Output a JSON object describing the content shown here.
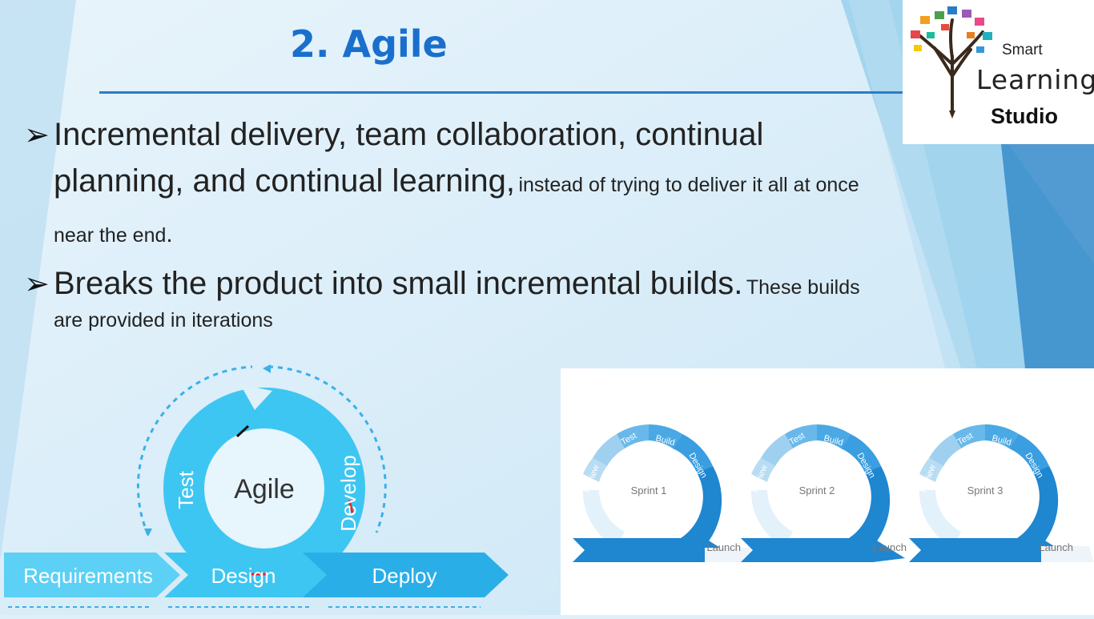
{
  "slide": {
    "title": "2. Agile",
    "logo": {
      "line1": "Smart",
      "line2": "Learning",
      "line3": "Studio"
    },
    "bullets": [
      {
        "large_part1": "Incremental delivery, team collaboration, continual",
        "large_part2": "planning, and continual learning,",
        "small_part1": "instead of trying to deliver it all at once",
        "small_part2": "near the end",
        "end_punct": "."
      },
      {
        "large": "Breaks the product into small incremental builds.",
        "small_part1": "These builds",
        "small_part2": "are provided in iterations"
      }
    ]
  },
  "agile_diagram": {
    "center": "Agile",
    "stages": {
      "test": "Test",
      "develop": "Develop",
      "requirements": "Requirements",
      "design": "Design",
      "deploy": "Deploy"
    }
  },
  "sprint_diagram": {
    "segments": [
      "Review",
      "Test",
      "Build",
      "Design"
    ],
    "launch": "Launch",
    "sprints": [
      "Sprint 1",
      "Sprint 2",
      "Sprint 3"
    ]
  },
  "colors": {
    "title": "#1a6fcc",
    "accent": "#2a7cc9",
    "cyan": "#3ec6f2",
    "sprint_blue": "#1f86d0"
  }
}
